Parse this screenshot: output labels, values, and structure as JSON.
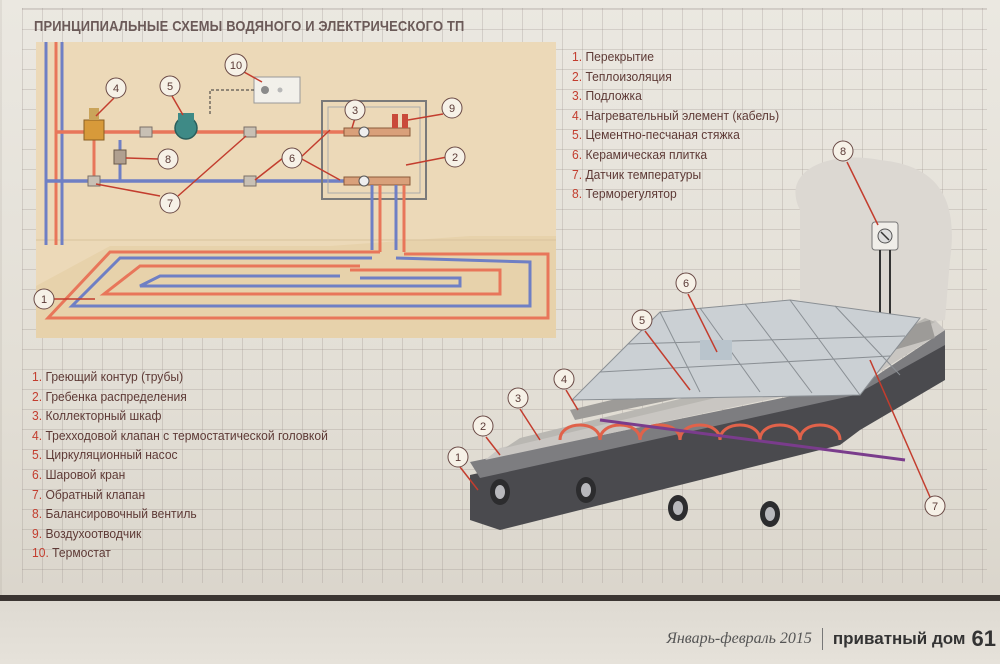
{
  "title": "ПРИНЦИПИАЛЬНЫЕ СХЕМЫ ВОДЯНОГО И ЭЛЕКТРИЧЕСКОГО ТП",
  "water_legend": [
    {
      "num": "1.",
      "text": "Греющий контур (трубы)"
    },
    {
      "num": "2.",
      "text": "Гребенка распределения"
    },
    {
      "num": "3.",
      "text": "Коллекторный шкаф"
    },
    {
      "num": "4.",
      "text": "Трехходовой клапан с термостатической головкой"
    },
    {
      "num": "5.",
      "text": "Циркуляционный насос"
    },
    {
      "num": "6.",
      "text": "Шаровой кран"
    },
    {
      "num": "7.",
      "text": "Обратный клапан"
    },
    {
      "num": "8.",
      "text": "Балансировочный вентиль"
    },
    {
      "num": "9.",
      "text": "Воздухоотводчик"
    },
    {
      "num": "10.",
      "text": "Термостат"
    }
  ],
  "electric_legend": [
    {
      "num": "1.",
      "text": "Перекрытие"
    },
    {
      "num": "2.",
      "text": "Теплоизоляция"
    },
    {
      "num": "3.",
      "text": "Подложка"
    },
    {
      "num": "4.",
      "text": "Нагревательный элемент (кабель)"
    },
    {
      "num": "5.",
      "text": "Цементно-песчаная стяжка"
    },
    {
      "num": "6.",
      "text": "Керамическая плитка"
    },
    {
      "num": "7.",
      "text": "Датчик температуры"
    },
    {
      "num": "8.",
      "text": "Терморегулятор"
    }
  ],
  "water_callouts": [
    "1",
    "2",
    "3",
    "4",
    "5",
    "6",
    "7",
    "8",
    "9",
    "10"
  ],
  "electric_callouts": [
    "1",
    "2",
    "3",
    "4",
    "5",
    "6",
    "7",
    "8"
  ],
  "footer": {
    "date": "Январь-февраль 2015",
    "magazine": "приватный дом",
    "page": "61"
  },
  "colors": {
    "hot_pipe": "#e8765a",
    "cold_pipe": "#6f7fc4",
    "wall": "#ecd9b8",
    "accent_number": "#c33d2e"
  }
}
